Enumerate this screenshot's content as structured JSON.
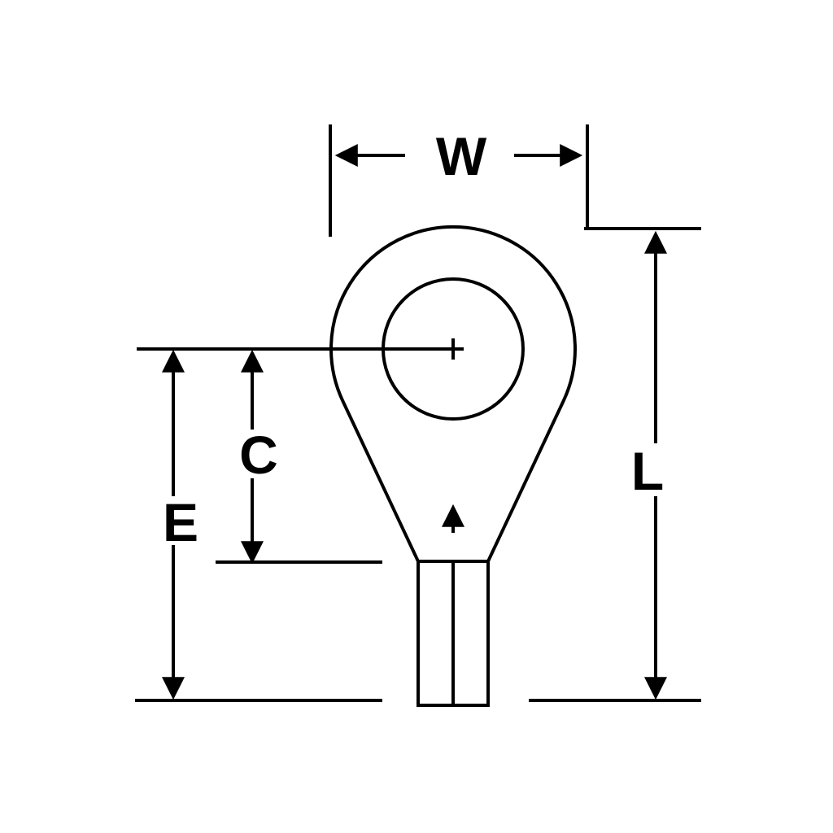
{
  "diagram": {
    "labels": {
      "w": "W",
      "l": "L",
      "c": "C",
      "e": "E"
    },
    "icons": {
      "center_mark": "plus",
      "orientation_arrow": "up-arrow"
    },
    "colors": {
      "line": "#000000",
      "background": "#ffffff"
    }
  }
}
